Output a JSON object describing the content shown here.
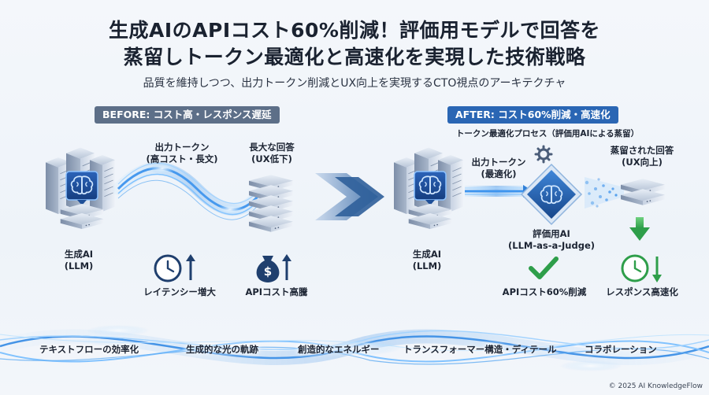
{
  "header": {
    "title_line1": "生成AIのAPIコスト60%削減！評価用モデルで回答を",
    "title_line2": "蒸留しトークン最適化と高速化を実現した技術戦略",
    "subtitle": "品質を維持しつつ、出力トークン削減とUX向上を実現するCTO視点のアーキテクチャ"
  },
  "before": {
    "label": "BEFORE: コスト高・レスポンス遅延",
    "llm_line1": "生成AI",
    "llm_line2": "(LLM)",
    "token_line1": "出力トークン",
    "token_line2": "(高コスト・長文)",
    "answer_line1": "長大な回答",
    "answer_line2": "(UX低下)",
    "latency": "レイテンシー増大",
    "cost": "APIコスト高騰"
  },
  "after": {
    "label": "AFTER: コスト60%削減・高速化",
    "process": "トークン最適化プロセス（評価用AIによる蒸留）",
    "llm_line1": "生成AI",
    "llm_line2": "(LLM)",
    "token_line1": "出力トークン",
    "token_line2": "(最適化)",
    "judge_line1": "評価用AI",
    "judge_line2": "(LLM-as-a-Judge)",
    "answer_line1": "蒸留された回答",
    "answer_line2": "(UX向上)",
    "cost": "APIコスト60%削減",
    "speed": "レスポンス高速化"
  },
  "footer": {
    "items": [
      "テキストフローの効率化",
      "生成的な光の軌跡",
      "創造的なエネルギー",
      "トランスフォーマー構造・ディテール",
      "コラボレーション"
    ],
    "copyright": "© 2025 AI KnowledgeFlow"
  },
  "icons": {
    "llm_server": "server-brain-icon",
    "answer_stack": "server-stack-icon",
    "clock": "clock-icon",
    "money_bag": "money-bag-icon",
    "arrow_up": "arrow-up-icon",
    "arrow_down": "arrow-down-icon",
    "check": "check-icon",
    "gear": "gear-icon",
    "judge": "diamond-brain-icon",
    "transition": "chevron-right-icon"
  },
  "colors": {
    "before_label": "#5d6f88",
    "after_label": "#2a66b4",
    "success_green": "#2e9e4a",
    "accent_blue": "#2f7fd8"
  }
}
